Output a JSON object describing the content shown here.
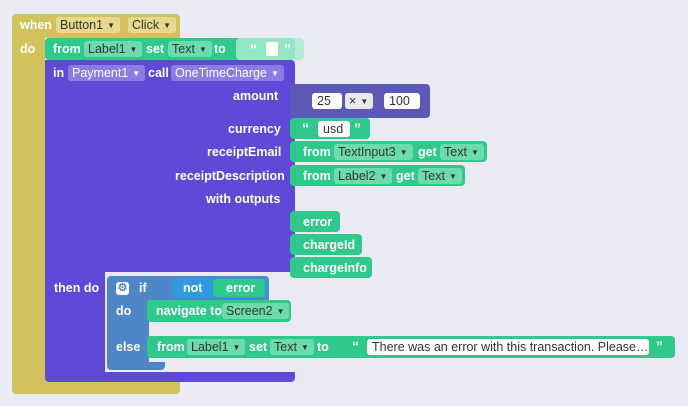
{
  "event_block": {
    "when": "when",
    "component": "Button1",
    "event": "Click",
    "do": "do"
  },
  "set_label_block": {
    "from": "from",
    "component": "Label1",
    "set": "set",
    "property": "Text",
    "to": "to"
  },
  "payment_block": {
    "in": "in",
    "component": "Payment1",
    "call": "call",
    "method": "OneTimeCharge",
    "params": {
      "amount": "amount",
      "currency": "currency",
      "receipt_email": "receiptEmail",
      "receipt_description": "receiptDescription",
      "with_outputs": "with outputs"
    },
    "then_do": "then do"
  },
  "math_block": {
    "left": "25",
    "operator": "×",
    "right": "100"
  },
  "currency_value": "usd",
  "receipt_email_getter": {
    "from": "from",
    "component": "TextInput3",
    "get": "get",
    "property": "Text"
  },
  "receipt_description_getter": {
    "from": "from",
    "component": "Label2",
    "get": "get",
    "property": "Text"
  },
  "outputs": [
    "error",
    "chargeId",
    "chargeInfo"
  ],
  "if_block": {
    "if": "if",
    "not": "not",
    "variable": "error",
    "do": "do",
    "else": "else"
  },
  "navigate_block": {
    "label": "navigate to",
    "screen": "Screen2"
  },
  "else_set_block": {
    "from": "from",
    "component": "Label1",
    "set": "set",
    "property": "Text",
    "to": "to",
    "message": "There was an error with this transaction. Please…"
  },
  "colors": {
    "canvas": "#eaeaf4",
    "event_block": "#d2c25c",
    "component_block": "#2ec98b",
    "payment_block": "#5e4ad6",
    "math_block": "#5c58b8",
    "control_block": "#4e86c8",
    "logic_block": "#2f9adf"
  },
  "icons": [
    "gear-icon"
  ]
}
